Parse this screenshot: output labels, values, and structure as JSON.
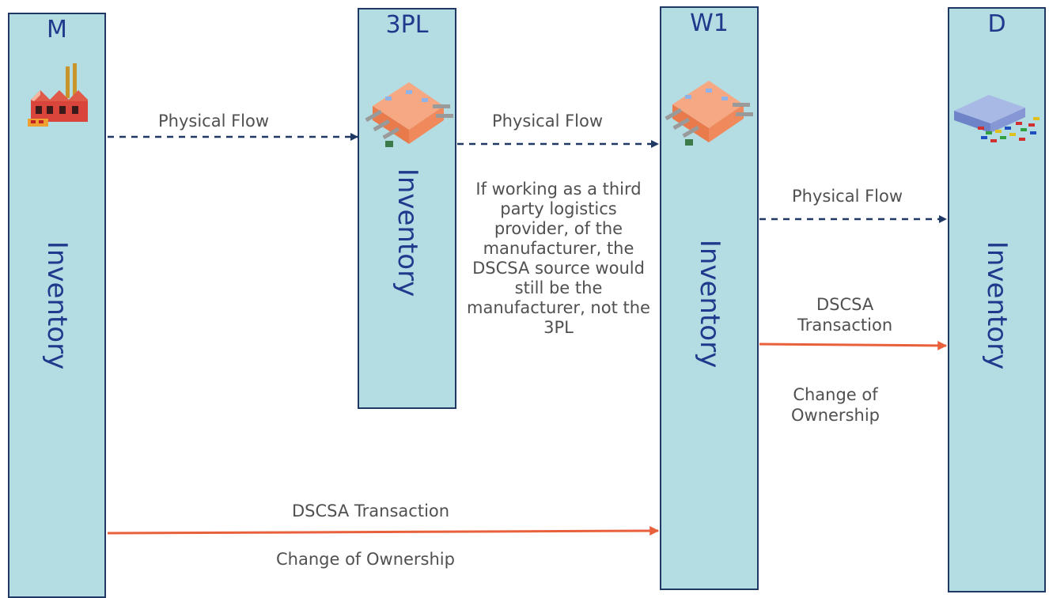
{
  "lanes": [
    {
      "code": "M",
      "label": "Inventory",
      "icon": "factory-icon"
    },
    {
      "code": "3PL",
      "label": "Inventory",
      "icon": "warehouse-icon"
    },
    {
      "code": "W1",
      "label": "Inventory",
      "icon": "warehouse-icon"
    },
    {
      "code": "D",
      "label": "Inventory",
      "icon": "distribution-center-icon"
    }
  ],
  "flows": {
    "m_to_3pl_physical": "Physical Flow",
    "3pl_to_w1_physical": "Physical Flow",
    "w1_to_d_physical": "Physical Flow",
    "w1_to_d_transaction": "DSCSA\nTransaction",
    "w1_to_d_ownership": "Change of\nOwnership",
    "m_to_w1_transaction": "DSCSA Transaction",
    "m_to_w1_ownership": "Change of Ownership"
  },
  "note": "If working as a third party logistics provider, of the manufacturer, the DSCSA source would still be the manufacturer, not the 3PL",
  "colors": {
    "lane_fill": "#b3dde3",
    "lane_border": "#1f3864",
    "lane_text": "#1f3a8c",
    "physical_flow": "#1f3864",
    "transaction_flow": "#e8603c",
    "label_text": "#505050"
  }
}
